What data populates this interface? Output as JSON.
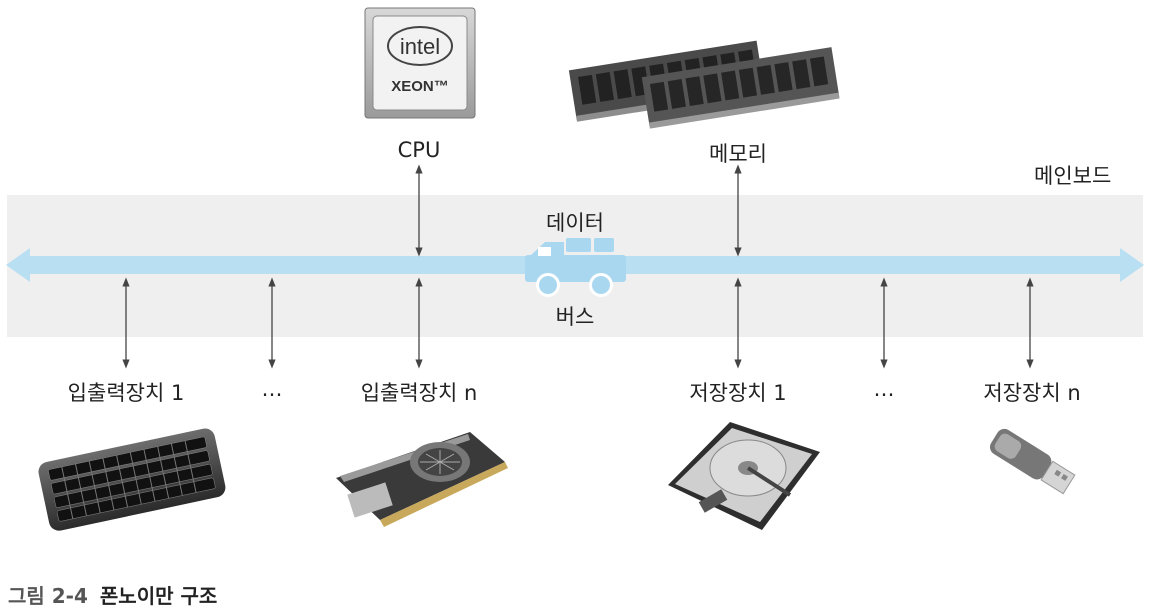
{
  "labels": {
    "cpu": "CPU",
    "memory": "메모리",
    "mainboard": "메인보드",
    "data": "데이터",
    "bus": "버스",
    "io1": "입출력장치 1",
    "io_ellipsis": "…",
    "ion": "입출력장치 n",
    "storage1": "저장장치 1",
    "storage_ellipsis": "…",
    "storagen": "저장장치 n"
  },
  "cpu_chip": {
    "brand": "intel",
    "model": "XEON™"
  },
  "caption": {
    "figure": "그림 2-4",
    "title": "폰노이만 구조"
  },
  "colors": {
    "bus": "#b9dff3",
    "truck": "#a9d7f0",
    "board": "#efefef",
    "arrow": "#444444"
  },
  "icons": [
    "cpu-chip-icon",
    "memory-ram-icon",
    "truck-icon",
    "keyboard-icon",
    "graphics-card-icon",
    "hard-disk-icon",
    "usb-drive-icon"
  ]
}
